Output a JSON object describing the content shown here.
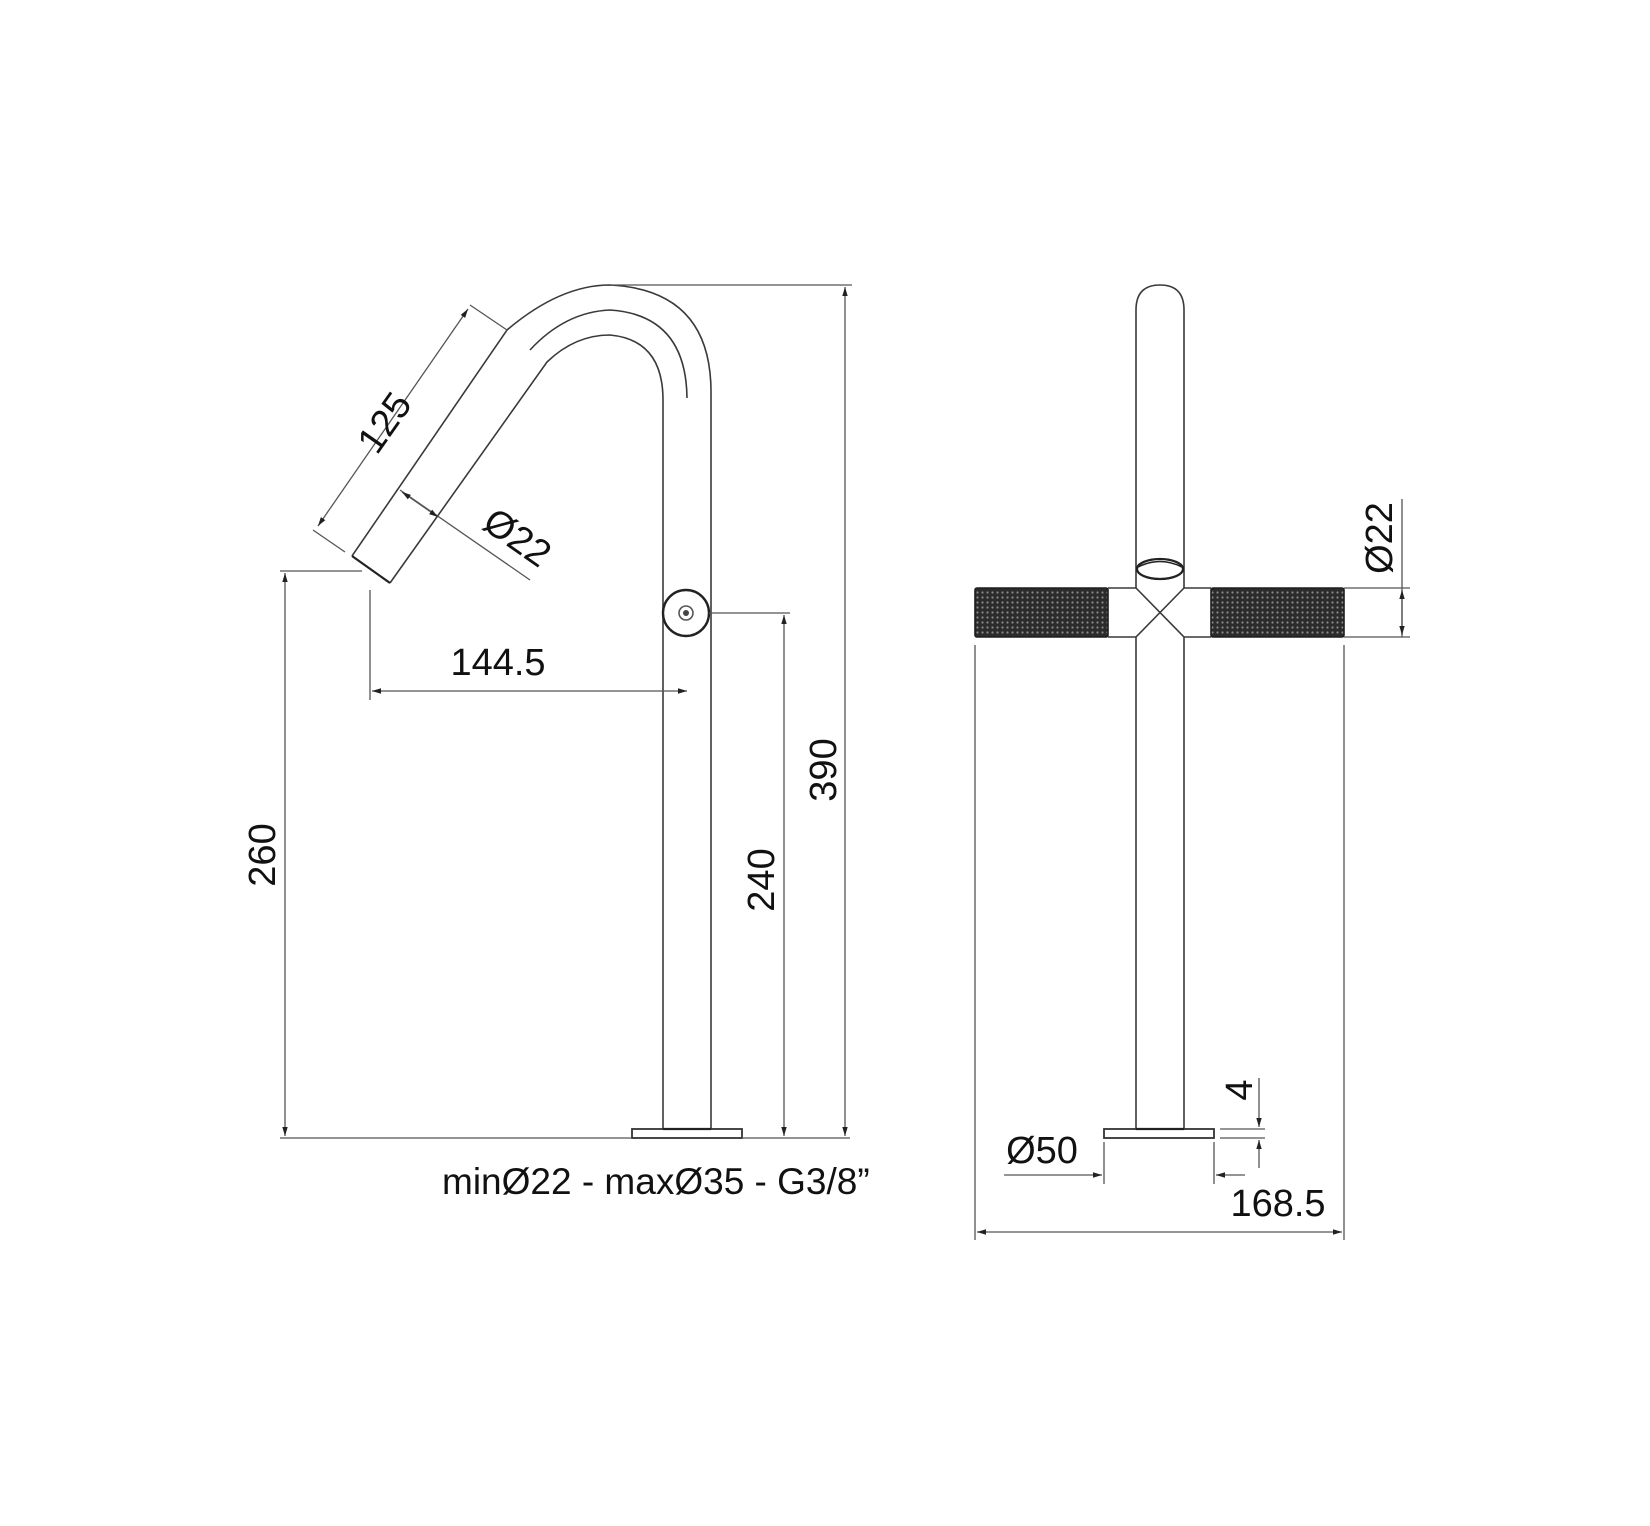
{
  "drawing": {
    "type": "technical-drawing",
    "subject": "tall single-lever basin mixer (side view and front view)",
    "side_view": {
      "dimensions": {
        "spout_length": "125",
        "spout_diameter": "Ø22",
        "reach": "144.5",
        "spout_outlet_height": "260",
        "lever_height": "240",
        "total_height": "390"
      },
      "note": "minØ22 - maxØ35 - G3/8”"
    },
    "front_view": {
      "dimensions": {
        "handle_diameter": "Ø22",
        "base_diameter": "Ø50",
        "base_thickness": "4",
        "handle_width": "168.5"
      }
    },
    "colors": {
      "line": "#3a3a3a",
      "knurl": "#2b2b2b",
      "background": "#ffffff"
    }
  }
}
